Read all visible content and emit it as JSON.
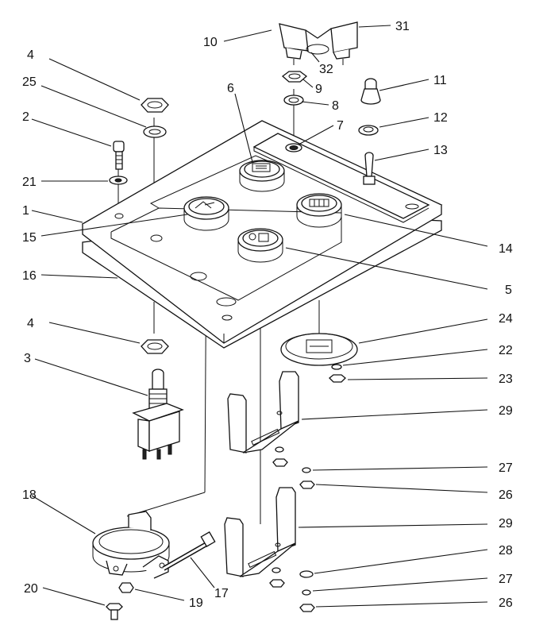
{
  "callouts": [
    {
      "id": "c10",
      "label": "10"
    },
    {
      "id": "c31",
      "label": "31"
    },
    {
      "id": "c32",
      "label": "32"
    },
    {
      "id": "c9",
      "label": "9"
    },
    {
      "id": "c8",
      "label": "8"
    },
    {
      "id": "c7",
      "label": "7"
    },
    {
      "id": "c11",
      "label": "11"
    },
    {
      "id": "c12",
      "label": "12"
    },
    {
      "id": "c13",
      "label": "13"
    },
    {
      "id": "c4a",
      "label": "4"
    },
    {
      "id": "c25",
      "label": "25"
    },
    {
      "id": "c2",
      "label": "2"
    },
    {
      "id": "c21",
      "label": "21"
    },
    {
      "id": "c1",
      "label": "1"
    },
    {
      "id": "c15",
      "label": "15"
    },
    {
      "id": "c6",
      "label": "6"
    },
    {
      "id": "c14",
      "label": "14"
    },
    {
      "id": "c5",
      "label": "5"
    },
    {
      "id": "c16",
      "label": "16"
    },
    {
      "id": "c4b",
      "label": "4"
    },
    {
      "id": "c3",
      "label": "3"
    },
    {
      "id": "c24",
      "label": "24"
    },
    {
      "id": "c22",
      "label": "22"
    },
    {
      "id": "c23",
      "label": "23"
    },
    {
      "id": "c29a",
      "label": "29"
    },
    {
      "id": "c27a",
      "label": "27"
    },
    {
      "id": "c26a",
      "label": "26"
    },
    {
      "id": "c18",
      "label": "18"
    },
    {
      "id": "c29b",
      "label": "29"
    },
    {
      "id": "c28",
      "label": "28"
    },
    {
      "id": "c27b",
      "label": "27"
    },
    {
      "id": "c26b",
      "label": "26"
    },
    {
      "id": "c20",
      "label": "20"
    },
    {
      "id": "c19",
      "label": "19"
    },
    {
      "id": "c17",
      "label": "17"
    }
  ]
}
